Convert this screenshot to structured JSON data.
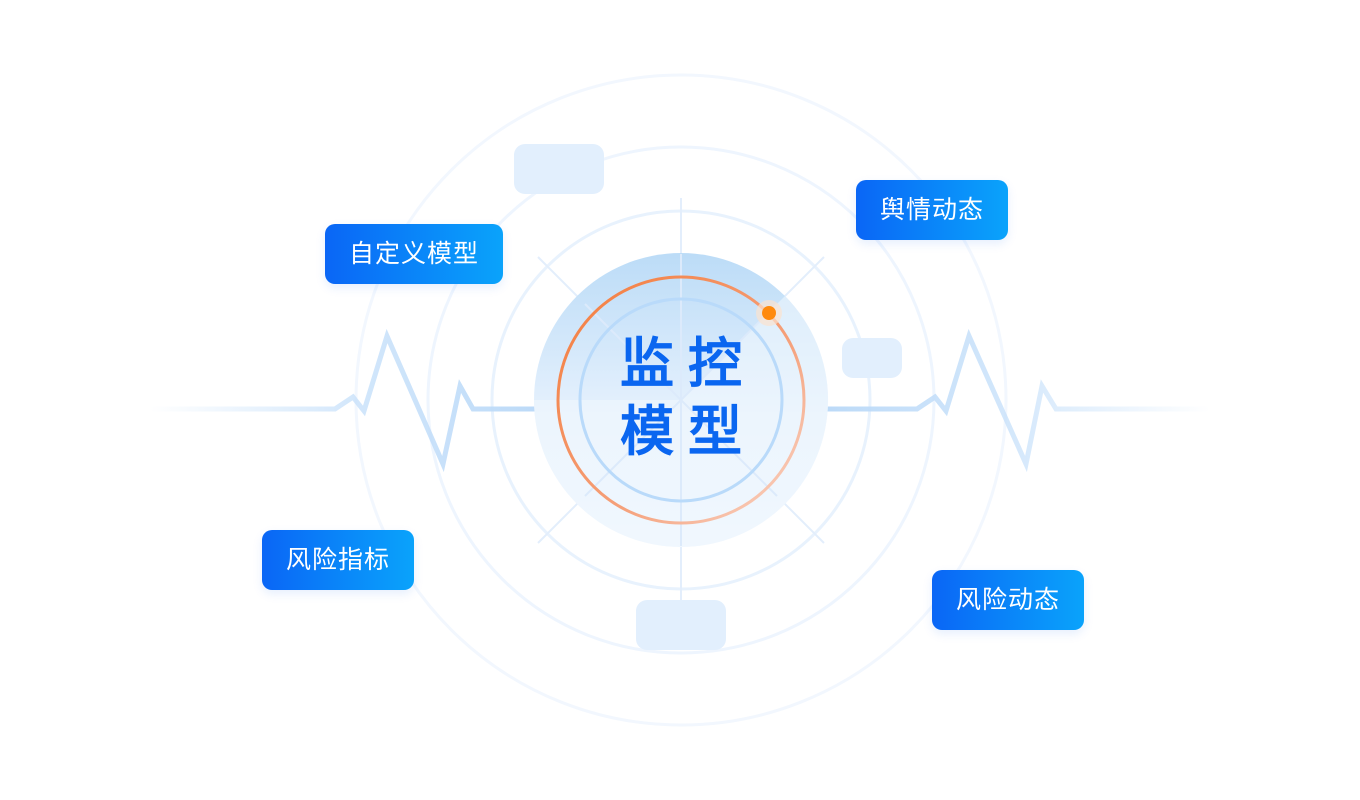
{
  "diagram": {
    "center": {
      "title_line1": "监控",
      "title_line2": "模型"
    },
    "nodes": [
      {
        "id": "custom-model",
        "label": "自定义模型"
      },
      {
        "id": "public-opinion",
        "label": "舆情动态"
      },
      {
        "id": "risk-indicator",
        "label": "风险指标"
      },
      {
        "id": "risk-dynamics",
        "label": "风险动态"
      }
    ],
    "placeholder_nodes": 3,
    "decorations": {
      "pulse_line": "heartbeat-wave",
      "progress_marker": "orange-dot"
    },
    "colors": {
      "primary": "#0a66f6",
      "primary_end": "#0aa3fb",
      "title": "#0a66f0",
      "accent": "#ff8a1a",
      "ring_light": "#e8f2fd",
      "ghost": "#e2effd"
    }
  }
}
